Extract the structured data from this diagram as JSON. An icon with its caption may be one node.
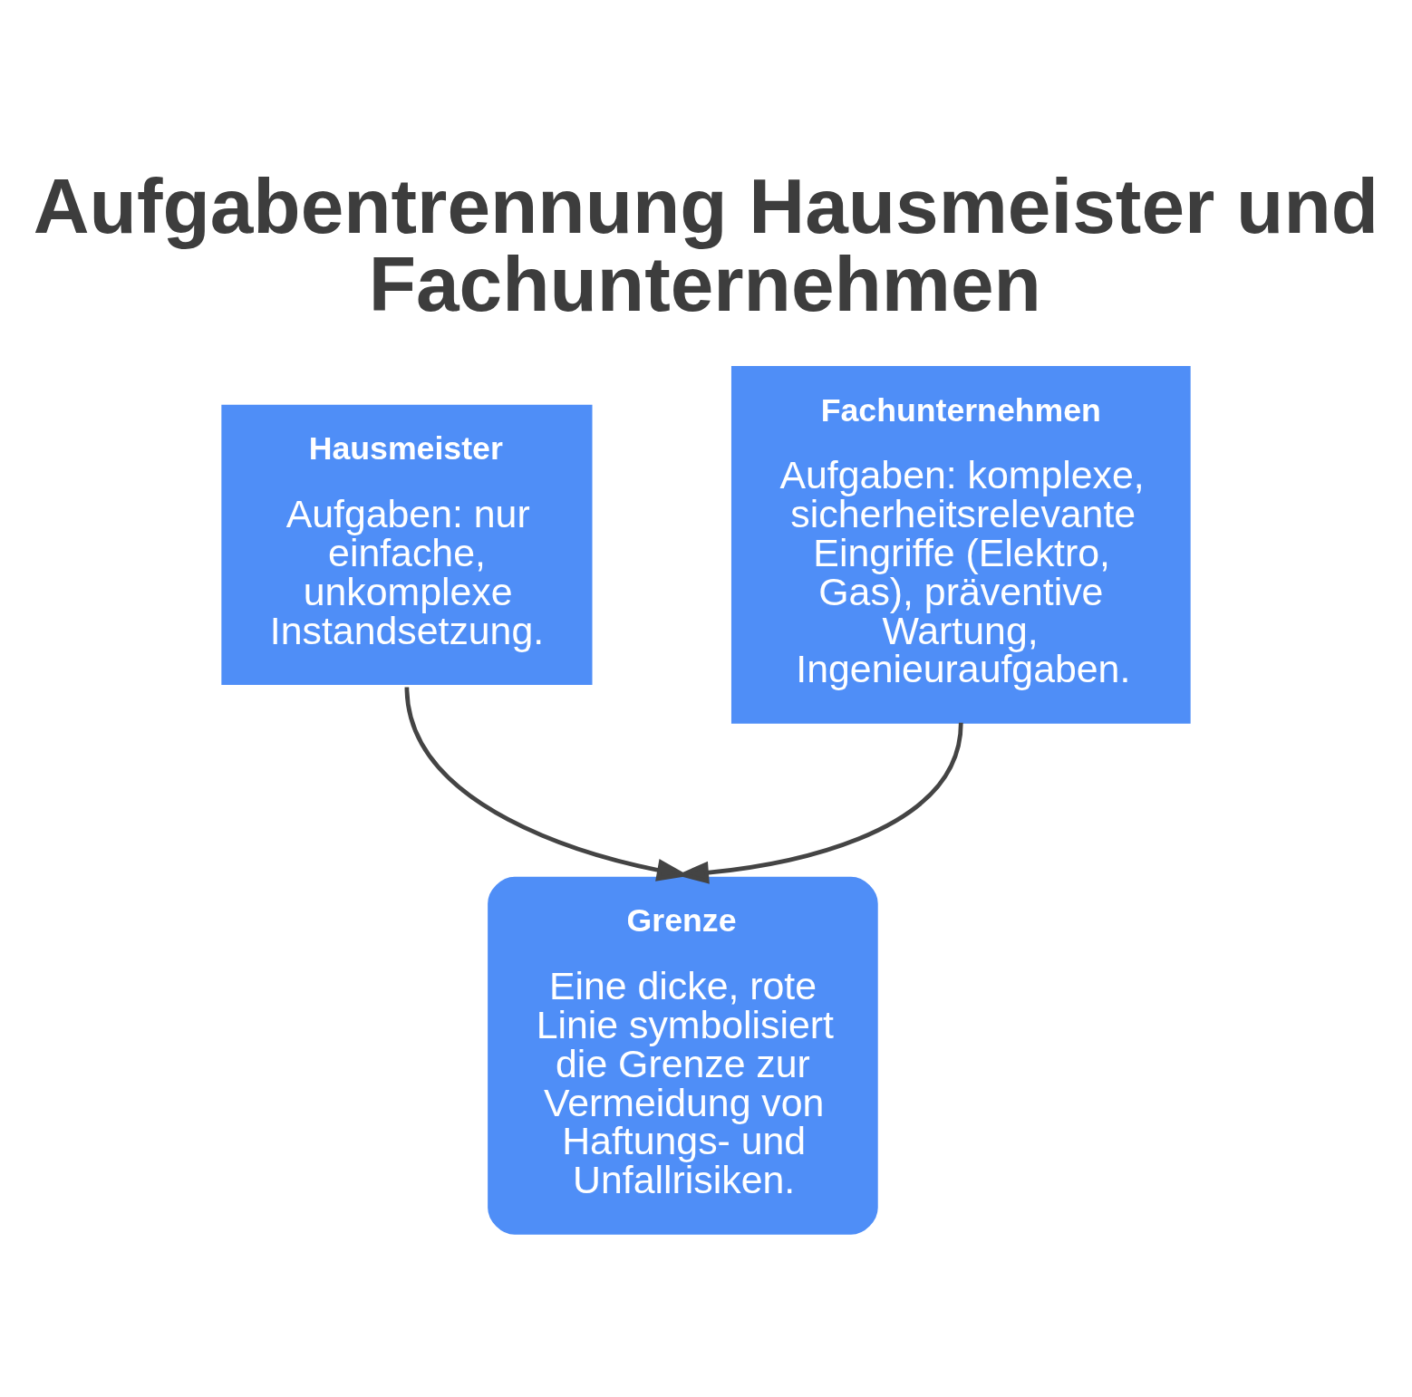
{
  "diagram": {
    "title": "Aufgabentrennung Hausmeister und Fachunternehmen",
    "nodes": [
      {
        "text": [
          "Hausmeister",
          "Aufgaben: nur einfache, unkomplexe Instandsetzung."
        ]
      },
      {
        "text": [
          "Fachunternehmen",
          "Aufgaben: komplexe, sicherheitsrelevante Eingriffe (Elektro, Gas), präventive Wartung, Ingenieuraufgaben."
        ]
      },
      {
        "text": [
          "Grenze",
          "Eine dicke, rote Linie symbolisiert die Grenze zur Vermeidung von Haftungs- und Unfallrisiken."
        ]
      }
    ],
    "edges": [
      {
        "from": 0,
        "to": 2,
        "arrow": "to"
      },
      {
        "from": 1,
        "to": 2,
        "arrow": "to"
      }
    ]
  }
}
